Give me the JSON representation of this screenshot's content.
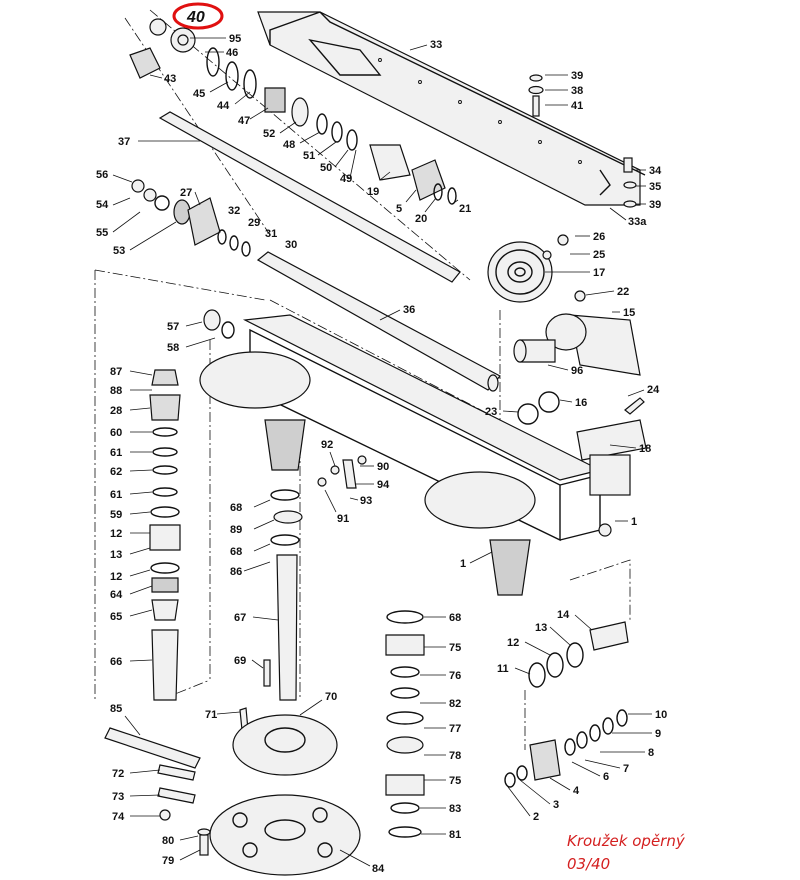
{
  "highlight": {
    "label": "40",
    "color": "#e01010"
  },
  "caption": {
    "line1": "Kroužek opěrný",
    "line2": "03/40",
    "color": "#d42020"
  },
  "labels": [
    {
      "id": "95",
      "text": "95"
    },
    {
      "id": "46",
      "text": "46"
    },
    {
      "id": "43",
      "text": "43"
    },
    {
      "id": "45",
      "text": "45"
    },
    {
      "id": "44",
      "text": "44"
    },
    {
      "id": "47",
      "text": "47"
    },
    {
      "id": "52",
      "text": "52"
    },
    {
      "id": "48",
      "text": "48"
    },
    {
      "id": "51",
      "text": "51"
    },
    {
      "id": "50",
      "text": "50"
    },
    {
      "id": "49",
      "text": "49"
    },
    {
      "id": "37",
      "text": "37"
    },
    {
      "id": "33",
      "text": "33"
    },
    {
      "id": "39a",
      "text": "39"
    },
    {
      "id": "38",
      "text": "38"
    },
    {
      "id": "41",
      "text": "41"
    },
    {
      "id": "34",
      "text": "34"
    },
    {
      "id": "35",
      "text": "35"
    },
    {
      "id": "39b",
      "text": "39"
    },
    {
      "id": "33a",
      "text": "33a"
    },
    {
      "id": "19",
      "text": "19"
    },
    {
      "id": "5",
      "text": "5"
    },
    {
      "id": "20",
      "text": "20"
    },
    {
      "id": "21",
      "text": "21"
    },
    {
      "id": "56",
      "text": "56"
    },
    {
      "id": "27",
      "text": "27"
    },
    {
      "id": "54",
      "text": "54"
    },
    {
      "id": "32",
      "text": "32"
    },
    {
      "id": "29",
      "text": "29"
    },
    {
      "id": "31",
      "text": "31"
    },
    {
      "id": "55",
      "text": "55"
    },
    {
      "id": "30",
      "text": "30"
    },
    {
      "id": "53",
      "text": "53"
    },
    {
      "id": "26",
      "text": "26"
    },
    {
      "id": "25",
      "text": "25"
    },
    {
      "id": "17",
      "text": "17"
    },
    {
      "id": "22",
      "text": "22"
    },
    {
      "id": "15",
      "text": "15"
    },
    {
      "id": "36",
      "text": "36"
    },
    {
      "id": "57",
      "text": "57"
    },
    {
      "id": "58",
      "text": "58"
    },
    {
      "id": "96",
      "text": "96"
    },
    {
      "id": "24",
      "text": "24"
    },
    {
      "id": "16",
      "text": "16"
    },
    {
      "id": "23",
      "text": "23"
    },
    {
      "id": "18",
      "text": "18"
    },
    {
      "id": "87",
      "text": "87"
    },
    {
      "id": "88",
      "text": "88"
    },
    {
      "id": "28",
      "text": "28"
    },
    {
      "id": "60",
      "text": "60"
    },
    {
      "id": "61a",
      "text": "61"
    },
    {
      "id": "62",
      "text": "62"
    },
    {
      "id": "61b",
      "text": "61"
    },
    {
      "id": "59",
      "text": "59"
    },
    {
      "id": "12a",
      "text": "12"
    },
    {
      "id": "13a",
      "text": "13"
    },
    {
      "id": "12b",
      "text": "12"
    },
    {
      "id": "64",
      "text": "64"
    },
    {
      "id": "65",
      "text": "65"
    },
    {
      "id": "66",
      "text": "66"
    },
    {
      "id": "92",
      "text": "92"
    },
    {
      "id": "90",
      "text": "90"
    },
    {
      "id": "94",
      "text": "94"
    },
    {
      "id": "93",
      "text": "93"
    },
    {
      "id": "91",
      "text": "91"
    },
    {
      "id": "68a",
      "text": "68"
    },
    {
      "id": "89",
      "text": "89"
    },
    {
      "id": "68b",
      "text": "68"
    },
    {
      "id": "86",
      "text": "86"
    },
    {
      "id": "1a",
      "text": "1"
    },
    {
      "id": "1b",
      "text": "1"
    },
    {
      "id": "67",
      "text": "67"
    },
    {
      "id": "69",
      "text": "69"
    },
    {
      "id": "68c",
      "text": "68"
    },
    {
      "id": "75a",
      "text": "75"
    },
    {
      "id": "76",
      "text": "76"
    },
    {
      "id": "82",
      "text": "82"
    },
    {
      "id": "77",
      "text": "77"
    },
    {
      "id": "78",
      "text": "78"
    },
    {
      "id": "75b",
      "text": "75"
    },
    {
      "id": "83",
      "text": "83"
    },
    {
      "id": "81",
      "text": "81"
    },
    {
      "id": "14",
      "text": "14"
    },
    {
      "id": "13b",
      "text": "13"
    },
    {
      "id": "12c",
      "text": "12"
    },
    {
      "id": "11",
      "text": "11"
    },
    {
      "id": "10",
      "text": "10"
    },
    {
      "id": "9",
      "text": "9"
    },
    {
      "id": "8",
      "text": "8"
    },
    {
      "id": "7",
      "text": "7"
    },
    {
      "id": "6",
      "text": "6"
    },
    {
      "id": "4",
      "text": "4"
    },
    {
      "id": "3",
      "text": "3"
    },
    {
      "id": "2",
      "text": "2"
    },
    {
      "id": "85",
      "text": "85"
    },
    {
      "id": "71",
      "text": "71"
    },
    {
      "id": "70",
      "text": "70"
    },
    {
      "id": "72",
      "text": "72"
    },
    {
      "id": "73",
      "text": "73"
    },
    {
      "id": "74",
      "text": "74"
    },
    {
      "id": "80",
      "text": "80"
    },
    {
      "id": "79",
      "text": "79"
    },
    {
      "id": "84",
      "text": "84"
    }
  ]
}
